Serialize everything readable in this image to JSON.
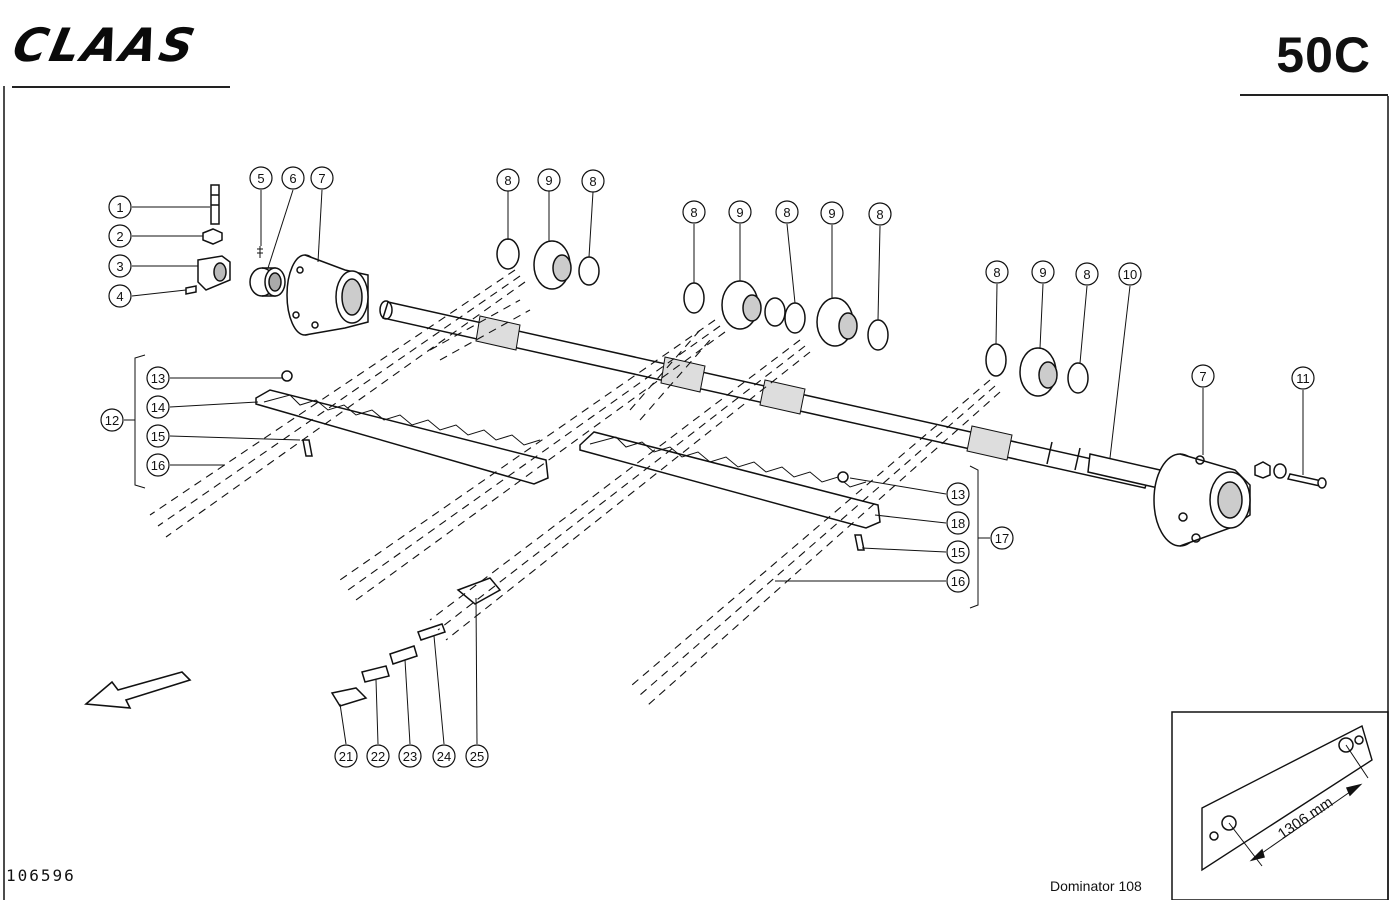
{
  "brand": "CLAAS",
  "page_number": "50C",
  "drawing_number": "106596",
  "model": "Dominator 108",
  "inset": {
    "dimension": "1306 mm"
  },
  "callouts": {
    "c1": "1",
    "c2": "2",
    "c3": "3",
    "c4": "4",
    "c5": "5",
    "c6": "6",
    "c7": "7",
    "c8": "8",
    "c9": "9",
    "c10": "10",
    "c11": "11",
    "c12": "12",
    "c13": "13",
    "c14": "14",
    "c15": "15",
    "c16": "16",
    "c17": "17",
    "c18": "18",
    "c21": "21",
    "c22": "22",
    "c23": "23",
    "c24": "24",
    "c25": "25"
  }
}
